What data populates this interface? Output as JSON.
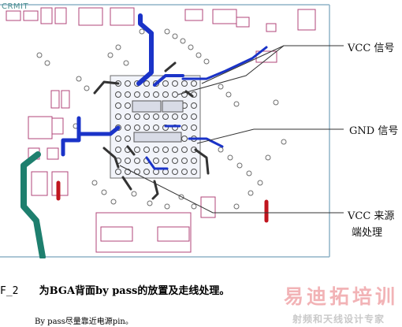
{
  "figure": {
    "corner_tag": "CRMIT",
    "callouts": {
      "vcc": "VCC 信号",
      "gnd": "GND 信号",
      "vcc_source_line1": "VCC 来源",
      "vcc_source_line2": "端处理"
    },
    "colors": {
      "board_bg": "#ffffff",
      "frame": "#8fb3c7",
      "vcc_trace": "#1a33c8",
      "gnd_trace": "#333333",
      "via": "#6e6e6e",
      "pad_outline": "#b0457a",
      "power_trace": "#1e7f6e",
      "red_trace": "#c0141e"
    }
  },
  "caption": {
    "number": "F_2",
    "text": "为BGA背面by pass的放置及走线处理。",
    "subtext": "By pass尽量靠近电源pin。"
  },
  "watermark": {
    "main": "易迪拓培训",
    "sub": "射频和天线设计专家"
  }
}
